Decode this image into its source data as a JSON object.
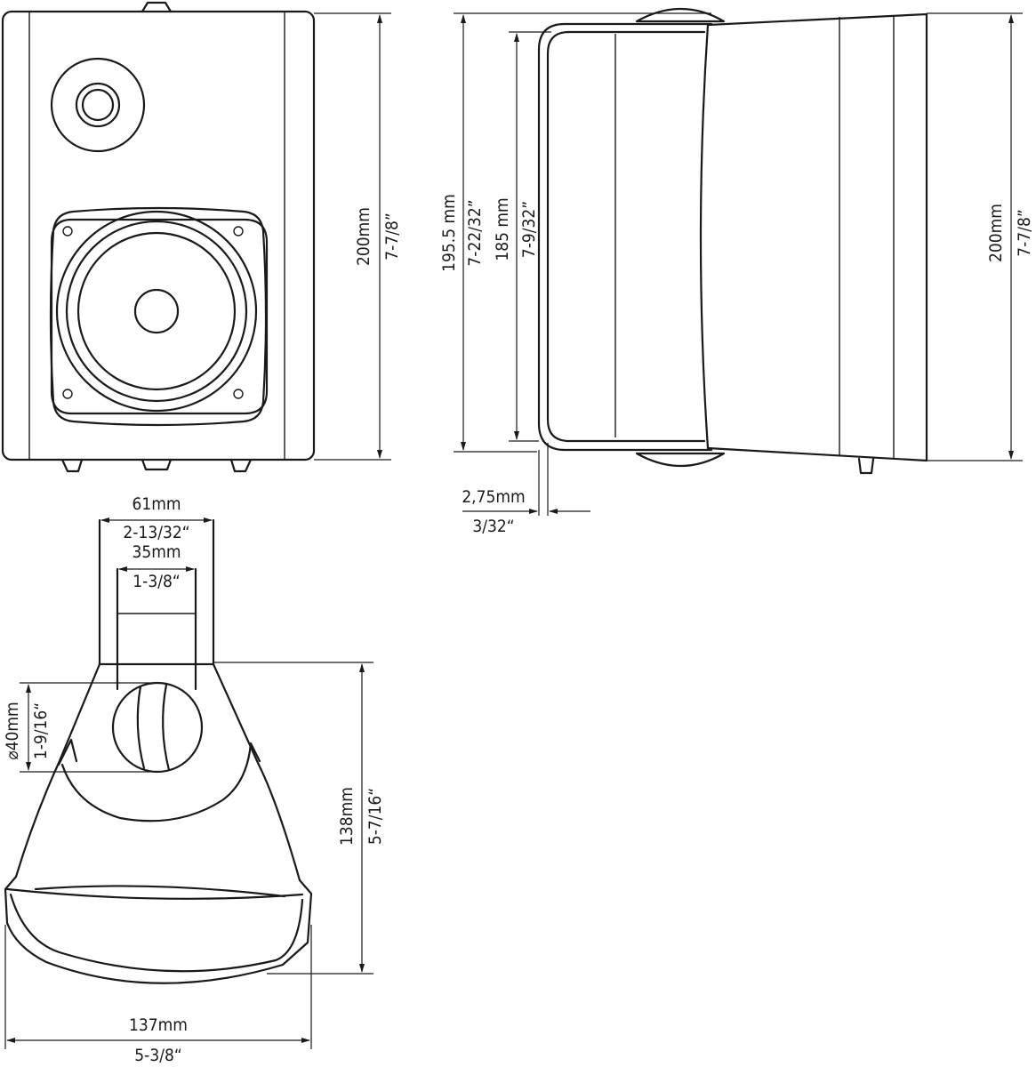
{
  "drawing": {
    "front_view": {
      "height_mm": "200mm",
      "height_in": "7-7/8ˮ"
    },
    "side_view": {
      "overall_height_mm": "195.5 mm",
      "overall_height_in": "7-22/32ˮ",
      "inner_height_mm": "185 mm",
      "inner_height_in": "7-9/32ˮ",
      "cabinet_height_mm": "200mm",
      "cabinet_height_in": "7-7/8ˮ",
      "bracket_thickness_mm": "2,75mm",
      "bracket_thickness_in": "3/32“"
    },
    "bracket_view": {
      "outer_width_mm": "61mm",
      "outer_width_in": "2-13/32“",
      "inner_width_mm": "35mm",
      "inner_width_in": "1-3/8“",
      "knob_diameter_mm": "⌀40mm",
      "knob_diameter_in": "1-9/16“",
      "depth_mm": "138mm",
      "depth_in": "5-7/16“",
      "width_mm": "137mm",
      "width_in": "5-3/8“"
    }
  }
}
